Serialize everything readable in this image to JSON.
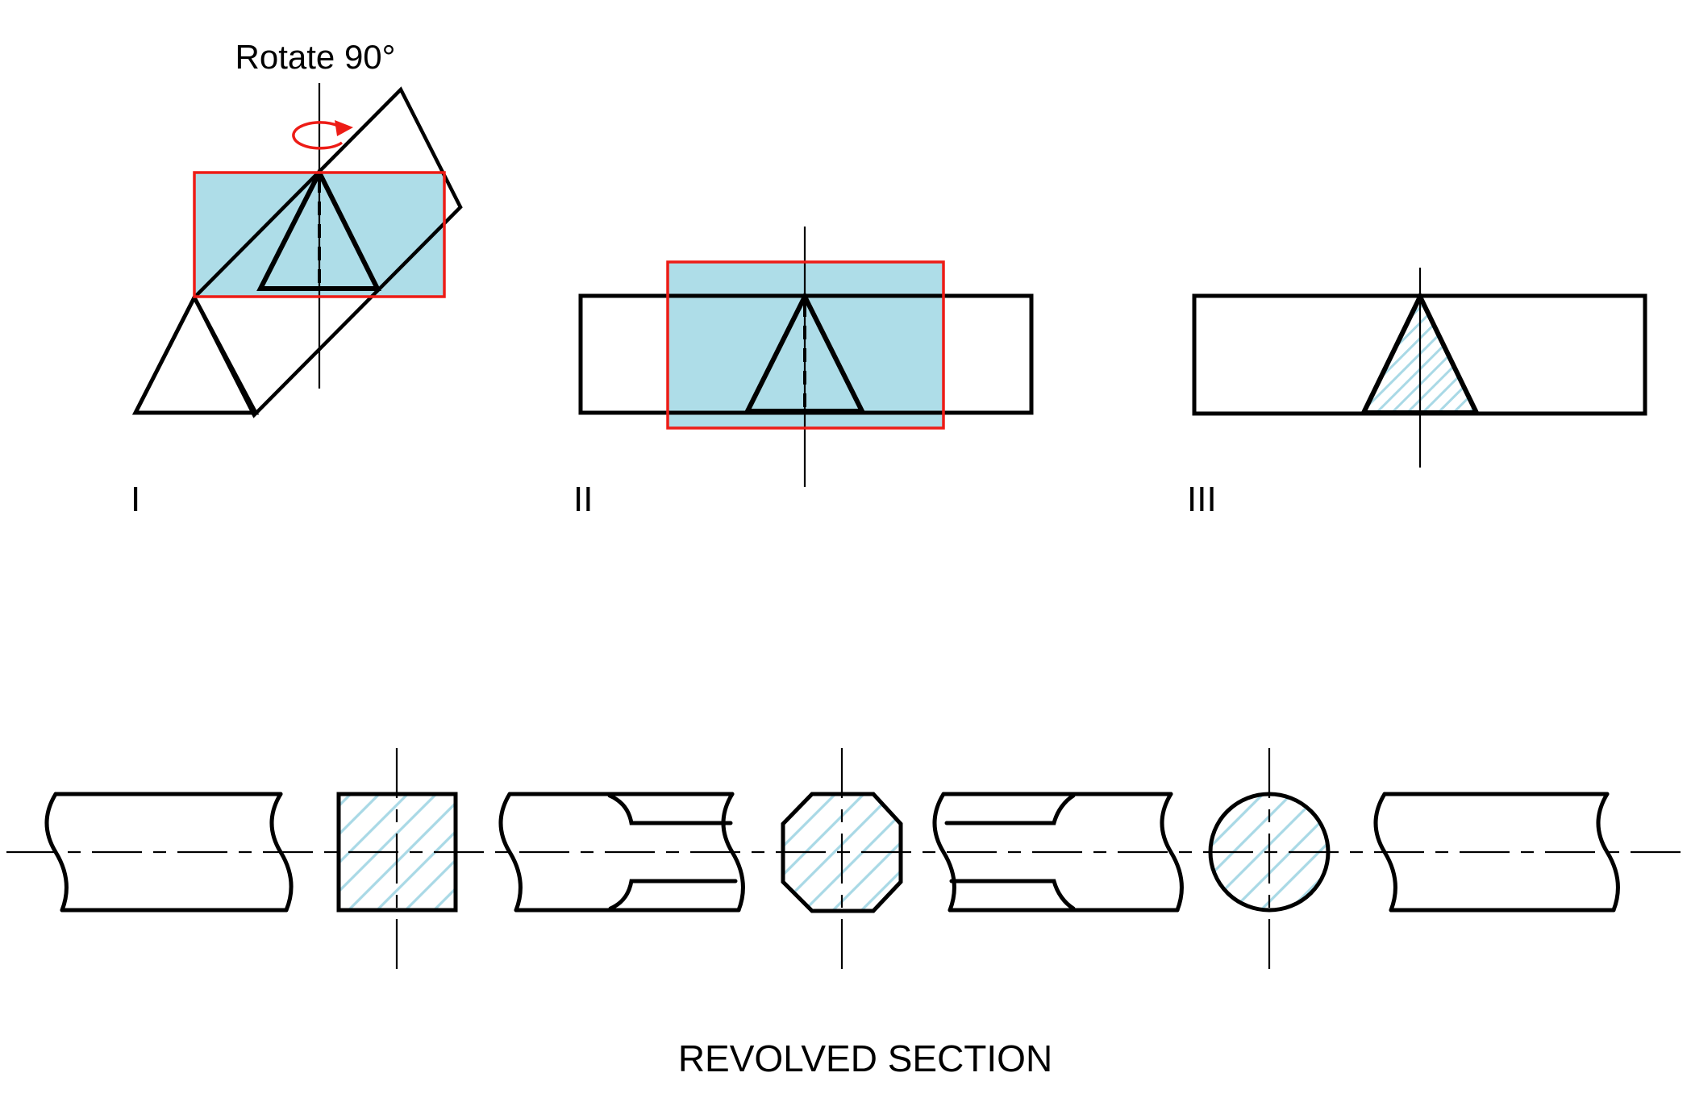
{
  "annotations": {
    "rotate": "Rotate 90°"
  },
  "step_labels": {
    "i": "I",
    "ii": "II",
    "iii": "III"
  },
  "caption": "REVOLVED SECTION",
  "colors": {
    "section_plane_fill": "#AEDDE8",
    "hatch_stroke": "#A9D9E6",
    "highlight_red": "#ED1C16",
    "line_black": "#000000"
  }
}
